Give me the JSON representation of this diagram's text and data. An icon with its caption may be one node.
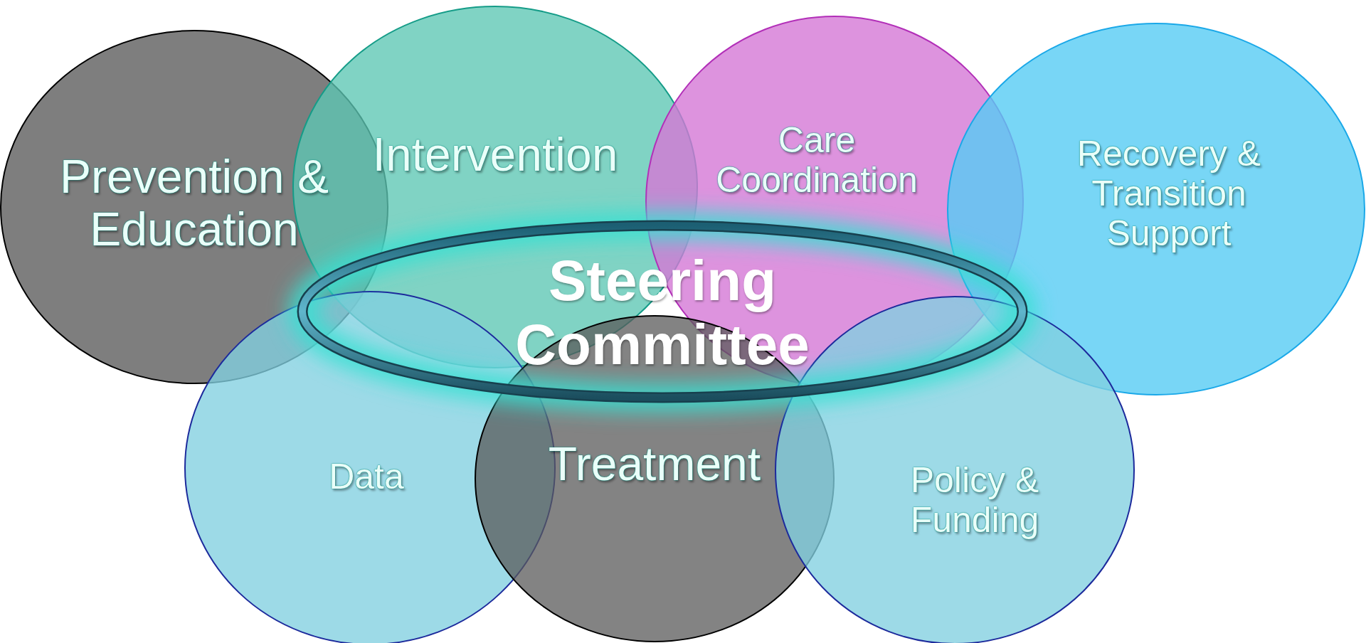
{
  "diagram": {
    "nodes": [
      {
        "text": [
          "Prevention & Education"
        ]
      },
      {
        "text": [
          "Intervention"
        ]
      },
      {
        "text": [
          "Care Coordination"
        ]
      },
      {
        "text": [
          "Recovery & Transition Support"
        ]
      },
      {
        "text": [
          "Data"
        ]
      },
      {
        "text": [
          "Treatment"
        ]
      },
      {
        "text": [
          "Policy & Funding"
        ]
      },
      {
        "text": [
          "Steering Committee"
        ]
      }
    ],
    "edges": []
  }
}
